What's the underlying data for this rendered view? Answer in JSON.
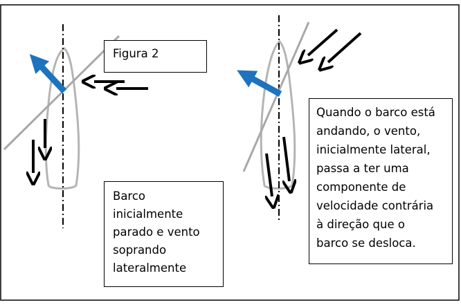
{
  "figure_label": "Figura 2",
  "left_caption": {
    "lines": [
      "Barco",
      "inicialmente",
      "parado e vento",
      "soprando",
      "lateralmente"
    ]
  },
  "right_caption": {
    "lines": [
      "Quando o barco está",
      "andando, o vento,",
      "inicialmente lateral,",
      "passa a ter uma",
      "componente de",
      "velocidade contrária",
      "à direção que o",
      "barco se desloca."
    ]
  },
  "colors": {
    "sail_arrow": "#1e73be",
    "boat_outline": "#b4b4b4",
    "sail_line": "#a8a8a8",
    "wind_arrow": "#000000",
    "frame": "#000000"
  }
}
